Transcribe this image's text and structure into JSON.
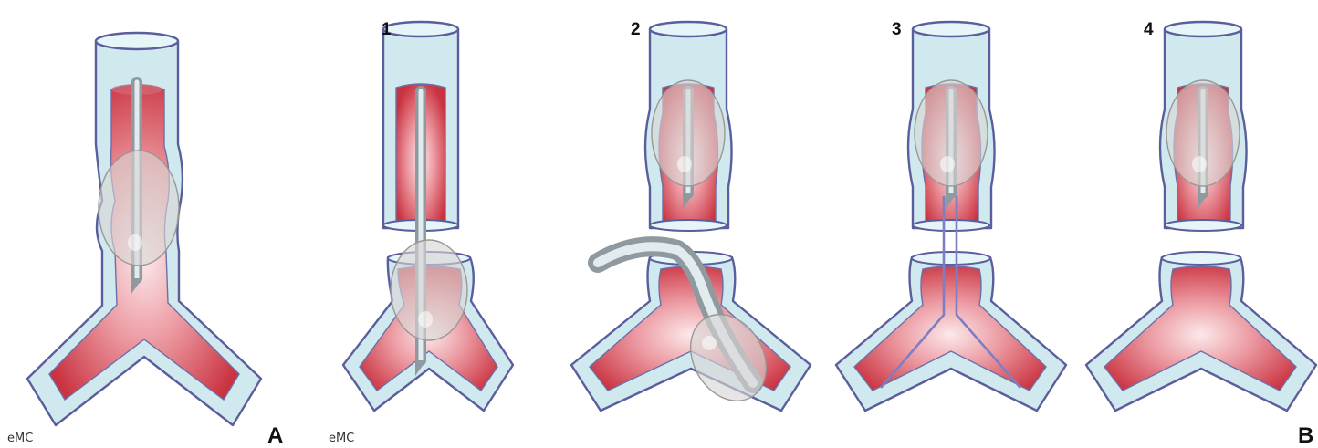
{
  "panels": [
    {
      "id": "A",
      "label": "A",
      "credit": "eMC"
    },
    {
      "id": "1",
      "label": "1"
    },
    {
      "id": "2",
      "label": "2"
    },
    {
      "id": "3",
      "label": "3"
    },
    {
      "id": "4",
      "label": "4",
      "figure_label": "B"
    }
  ],
  "secondary_credit": "eMC",
  "colors": {
    "wall": "#cfe9ef",
    "wall_outline": "#5b5e9c",
    "lumen": "#d9505c",
    "balloon": "#d9d5d3",
    "guidewire": "#7d7fc2"
  }
}
